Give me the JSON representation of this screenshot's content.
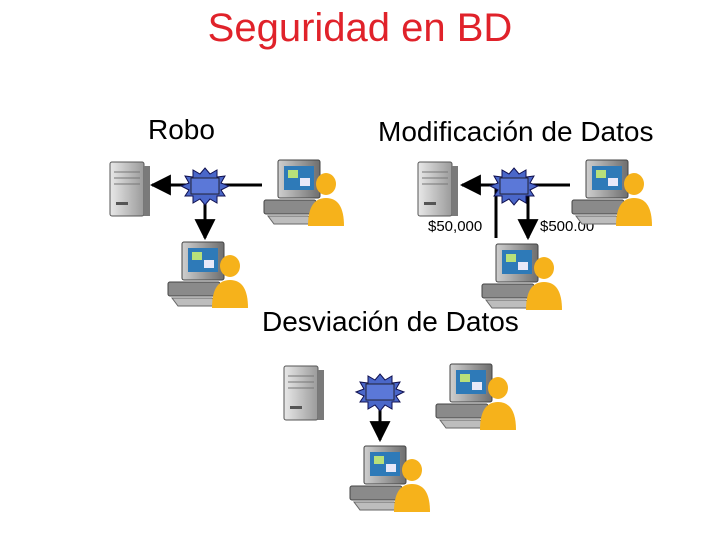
{
  "slide": {
    "title": "Seguridad en BD",
    "sections": {
      "robo": "Robo",
      "modificacion": "Modificación de Datos",
      "desviacion": "Desviación de Datos"
    },
    "amounts": {
      "before": "$50,000",
      "after": "$500.00"
    }
  },
  "icons": [
    "server-icon",
    "user-workstation-icon",
    "attacker-burst-icon",
    "arrow-icon"
  ],
  "colors": {
    "title": "#e0222a",
    "burst": "#4a67c9",
    "person": "#f6b21b",
    "screen": "#2e7ab8"
  }
}
